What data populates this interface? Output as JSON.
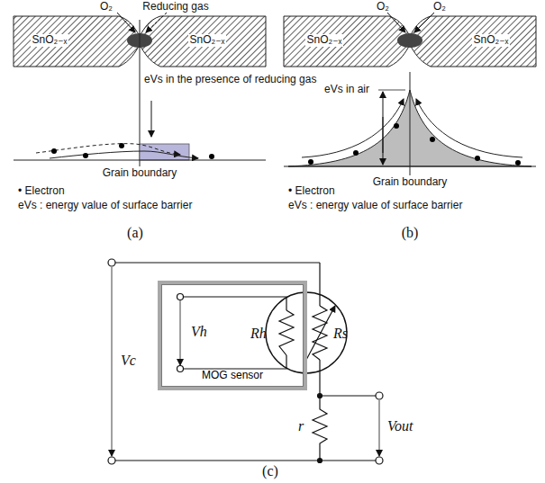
{
  "diagram": {
    "nodes": [
      {
        "text": [
          "MOG sensor"
        ]
      }
    ],
    "labels": [
      "O₂",
      "Reducing gas",
      "SnO₂₋ₓ",
      "SnO₂₋ₓ",
      "eVs in the presence of reducing gas",
      "Grain boundary",
      "• Electron",
      "eVs : energy value of surface barrier",
      "(a)",
      "O₂",
      "O₂",
      "SnO₂₋ₓ",
      "SnO₂₋ₓ",
      "eVs in air",
      "Grain boundary",
      "• Electron",
      "eVs : energy value of surface barrier",
      "(b)",
      "Vc",
      "Vh",
      "Rh",
      "Rs",
      "r",
      "Vout",
      "(c)"
    ]
  }
}
